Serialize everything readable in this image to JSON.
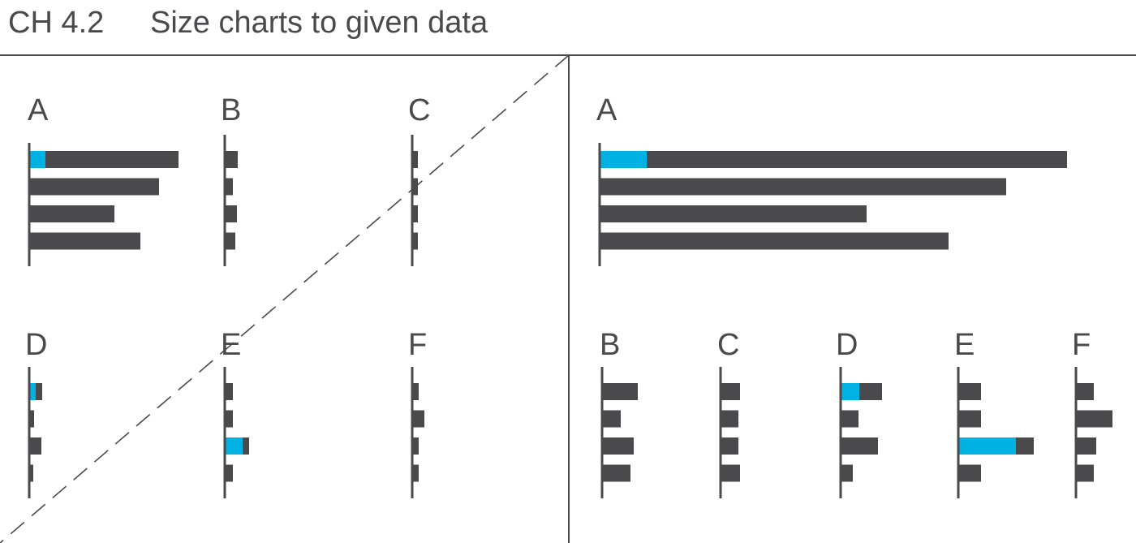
{
  "header": {
    "chapter": "CH 4.2",
    "title": "Size charts to given data"
  },
  "colors": {
    "bar": "#4a4a4c",
    "highlight": "#00b2e3",
    "text": "#4a4a4c",
    "rule": "#4a4a4c",
    "background": "#ffffff"
  },
  "chart_data": [
    {
      "panel": "left",
      "type": "bar",
      "label": "A",
      "values": [
        184,
        160,
        105,
        137
      ],
      "highlight": [
        20,
        0,
        0,
        0
      ]
    },
    {
      "panel": "left",
      "type": "bar",
      "label": "B",
      "values": [
        16,
        10,
        15,
        13
      ],
      "highlight": [
        0,
        0,
        0,
        0
      ]
    },
    {
      "panel": "left",
      "type": "bar",
      "label": "C",
      "values": [
        7,
        7,
        7,
        7
      ],
      "highlight": [
        0,
        0,
        0,
        0
      ]
    },
    {
      "panel": "left",
      "type": "bar",
      "label": "D",
      "values": [
        16,
        6,
        15,
        5
      ],
      "highlight": [
        8,
        0,
        0,
        0
      ]
    },
    {
      "panel": "left",
      "type": "bar",
      "label": "E",
      "values": [
        10,
        10,
        30,
        10
      ],
      "highlight": [
        0,
        0,
        22,
        0
      ]
    },
    {
      "panel": "left",
      "type": "bar",
      "label": "F",
      "values": [
        8,
        15,
        8,
        8
      ],
      "highlight": [
        0,
        0,
        0,
        0
      ]
    },
    {
      "panel": "right",
      "type": "bar",
      "label": "A",
      "values": [
        576,
        501,
        329,
        430
      ],
      "highlight": [
        58,
        0,
        0,
        0
      ]
    },
    {
      "panel": "right",
      "type": "bar",
      "label": "B",
      "values": [
        44,
        23,
        39,
        35
      ],
      "highlight": [
        0,
        0,
        0,
        0
      ]
    },
    {
      "panel": "right",
      "type": "bar",
      "label": "C",
      "values": [
        24,
        22,
        22,
        24
      ],
      "highlight": [
        0,
        0,
        0,
        0
      ]
    },
    {
      "panel": "right",
      "type": "bar",
      "label": "D",
      "values": [
        51,
        22,
        46,
        15
      ],
      "highlight": [
        23,
        0,
        0,
        0
      ]
    },
    {
      "panel": "right",
      "type": "bar",
      "label": "E",
      "values": [
        28,
        28,
        93,
        28
      ],
      "highlight": [
        0,
        0,
        71,
        0
      ]
    },
    {
      "panel": "right",
      "type": "bar",
      "label": "F",
      "values": [
        22,
        45,
        25,
        22
      ],
      "highlight": [
        0,
        0,
        0,
        0
      ]
    }
  ]
}
